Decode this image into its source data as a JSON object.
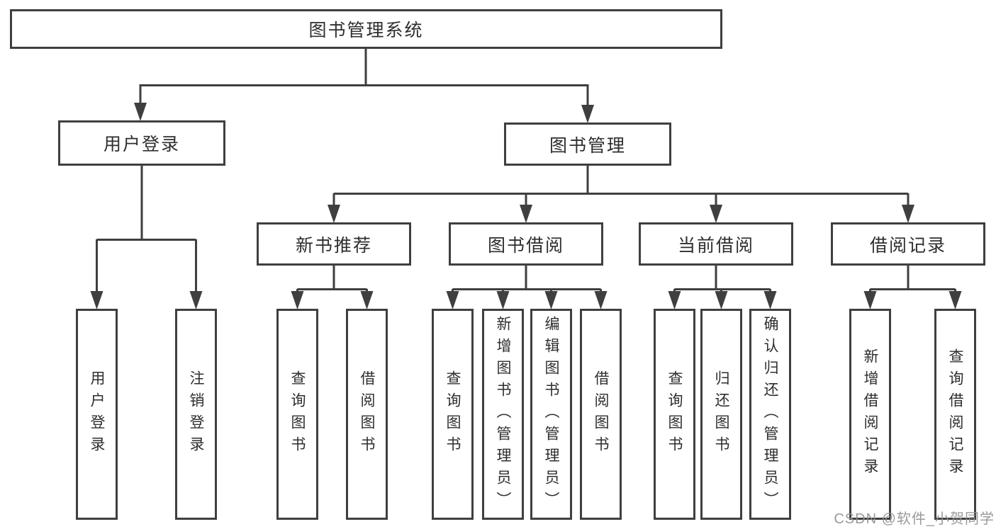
{
  "nodes": {
    "root": {
      "label": "图书管理系统"
    },
    "user_login": {
      "label": "用户登录"
    },
    "book_mgmt": {
      "label": "图书管理"
    },
    "new_book_rec": {
      "label": "新书推荐"
    },
    "book_borrow": {
      "label": "图书借阅"
    },
    "current_borrow": {
      "label": "当前借阅"
    },
    "borrow_records": {
      "label": "借阅记录"
    },
    "leaf_user_login": {
      "label": "用户登录"
    },
    "leaf_logout": {
      "label": "注销登录"
    },
    "rec_query_books": {
      "label": "查询图书"
    },
    "rec_borrow_books": {
      "label": "借阅图书"
    },
    "bb_query_books": {
      "label": "查询图书"
    },
    "bb_add_books": {
      "label": "新增图书（管理员）"
    },
    "bb_edit_books": {
      "label": "编辑图书（管理员）"
    },
    "bb_borrow_books": {
      "label": "借阅图书"
    },
    "cb_query_books": {
      "label": "查询图书"
    },
    "cb_return_books": {
      "label": "归还图书"
    },
    "cb_confirm_return": {
      "label": "确认归还（管理员）"
    },
    "br_add_record": {
      "label": "新增借阅记录"
    },
    "br_query_record": {
      "label": "查询借阅记录"
    }
  },
  "hierarchy": {
    "图书管理系统": {
      "用户登录": [
        "用户登录",
        "注销登录"
      ],
      "图书管理": {
        "新书推荐": [
          "查询图书",
          "借阅图书"
        ],
        "图书借阅": [
          "查询图书",
          "新增图书（管理员）",
          "编辑图书（管理员）",
          "借阅图书"
        ],
        "当前借阅": [
          "查询图书",
          "归还图书",
          "确认归还（管理员）"
        ],
        "借阅记录": [
          "新增借阅记录",
          "查询借阅记录"
        ]
      }
    }
  },
  "watermark": {
    "text": "CSDN @软件_小贺同学",
    "color": "#919191"
  },
  "colors": {
    "background": "#ffffff",
    "line": "#3f3f3f",
    "box_border": "#3f3f3f",
    "text": "#2e2e2e"
  }
}
